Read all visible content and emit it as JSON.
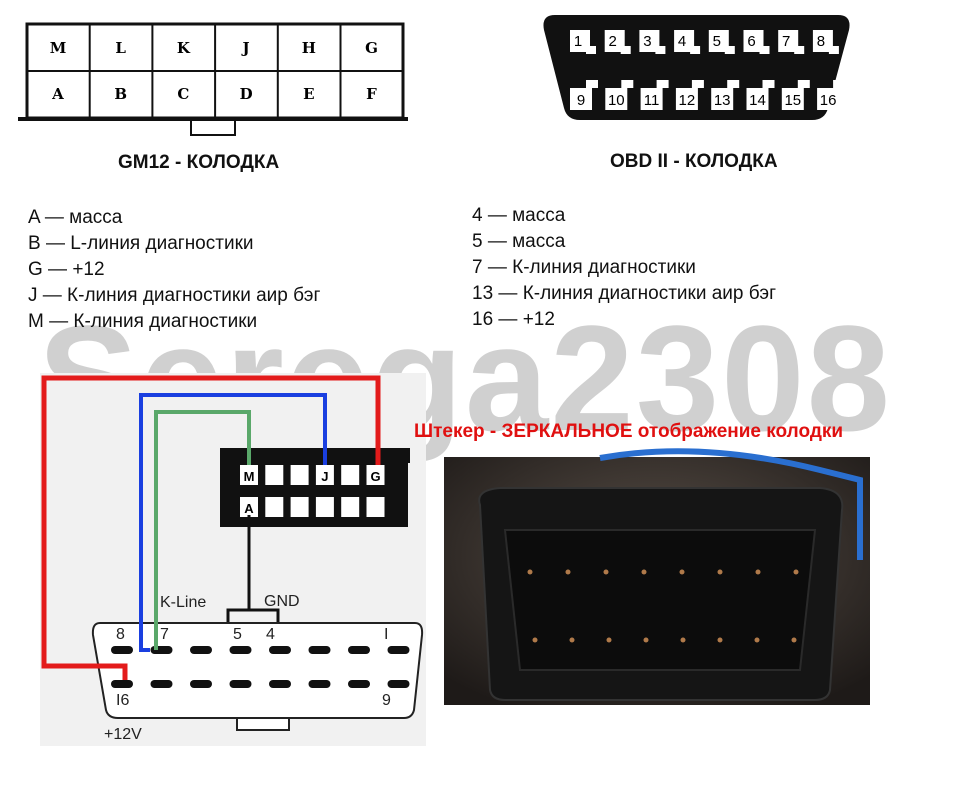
{
  "gm12": {
    "title": "GM12 - КОЛОДКА",
    "top_row": [
      "M",
      "L",
      "K",
      "J",
      "H",
      "G"
    ],
    "bottom_row": [
      "A",
      "B",
      "C",
      "D",
      "E",
      "F"
    ],
    "pinout": [
      "A — масса",
      "B — L-линия диагностики",
      "G — +12",
      "J — К-линия диагностики аир бэг",
      "M — К-линия диагностики"
    ]
  },
  "obd2": {
    "title": "OBD II - КОЛОДКА",
    "top_row": [
      "1",
      "2",
      "3",
      "4",
      "5",
      "6",
      "7",
      "8"
    ],
    "bottom_row": [
      "9",
      "10",
      "11",
      "12",
      "13",
      "14",
      "15",
      "16"
    ],
    "pinout": [
      "4 — масса",
      "5 — масса",
      "7 — К-линия диагностики",
      "13 — К-линия диагностики аир бэг",
      "16 — +12"
    ]
  },
  "watermark": "Serega2308",
  "note": "Штекер - ЗЕРКАЛЬНОЕ отображение колодки",
  "wiring": {
    "gm_pins": {
      "m": "M",
      "j": "J",
      "g": "G",
      "a": "A"
    },
    "obd_labels": {
      "p8": "8",
      "p7": "7",
      "p5": "5",
      "p4": "4",
      "p1": "I",
      "p16": "I6",
      "p9": "9"
    },
    "k_line": "K-Line",
    "gnd": "GND",
    "v12": "+12V",
    "colors": {
      "red": "#e31b1b",
      "blue": "#1a3fe0",
      "green": "#5aa86a",
      "black": "#111111"
    }
  }
}
